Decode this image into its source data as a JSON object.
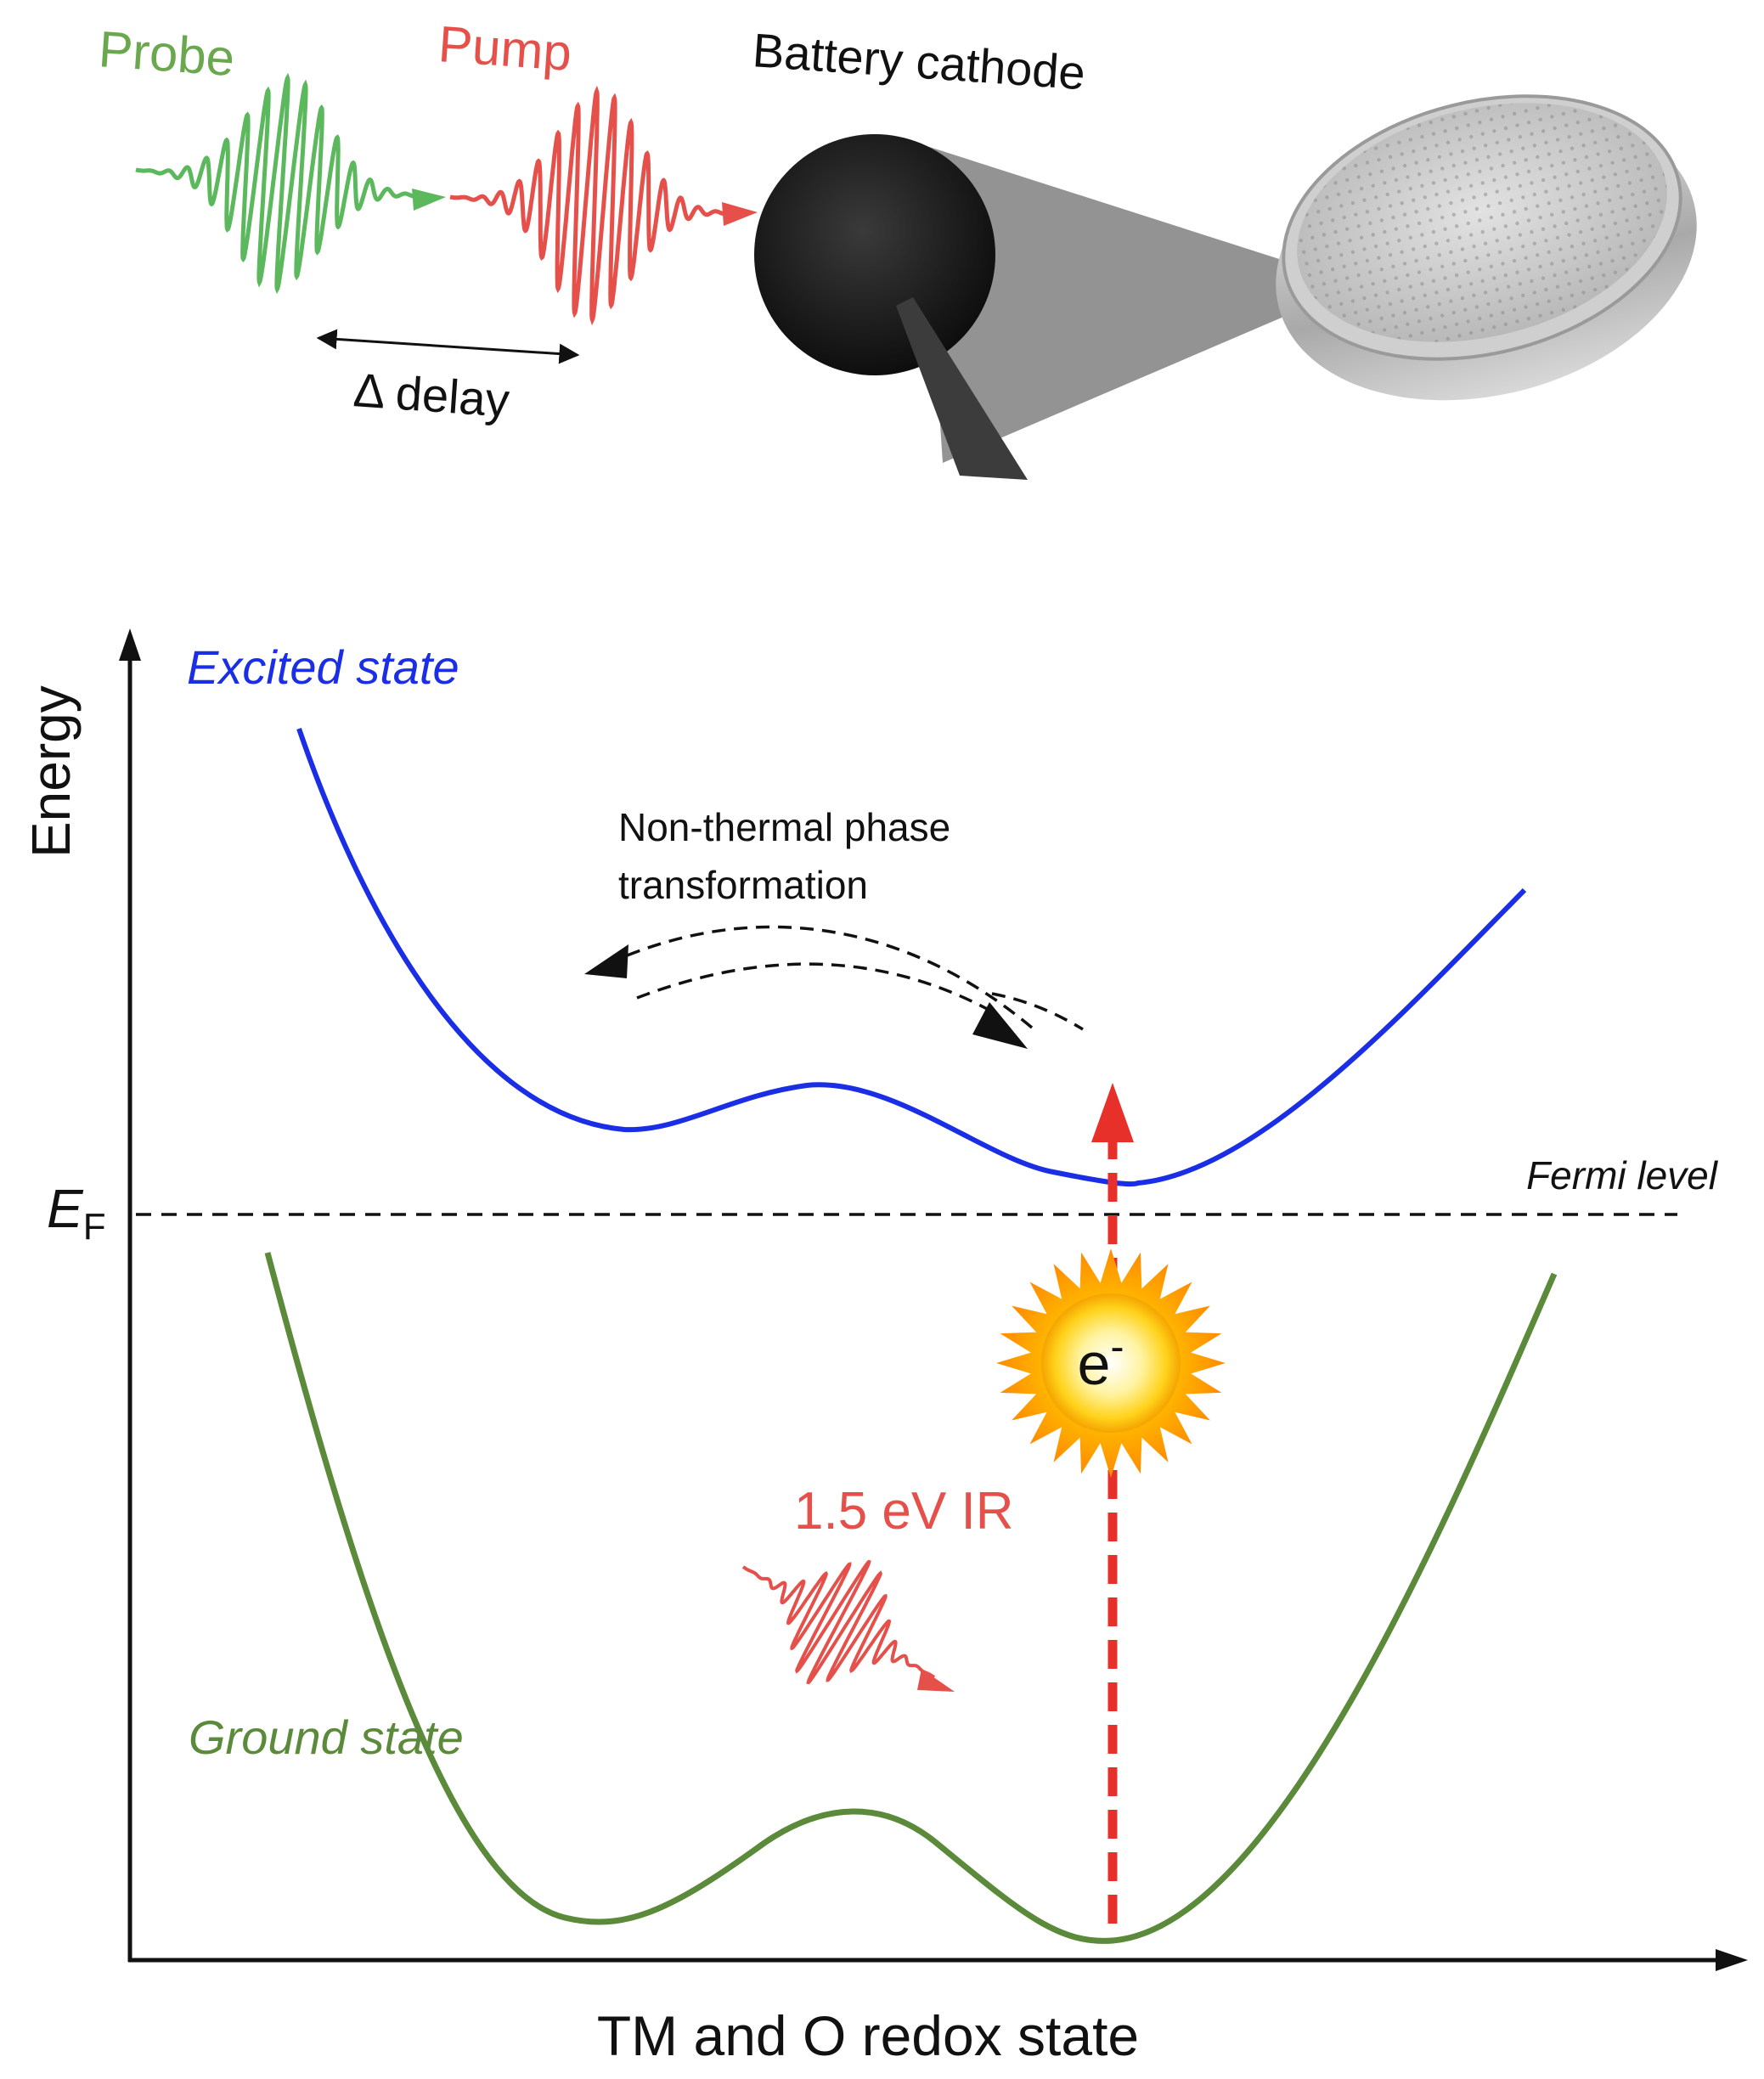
{
  "top": {
    "probe_label": "Probe",
    "pump_label": "Pump",
    "cathode_label": "Battery cathode",
    "delay_label": "Δ delay"
  },
  "energy_diagram": {
    "y_axis_label": "Energy",
    "x_axis_label": "TM and O redox state",
    "fermi_symbol": "E",
    "fermi_subscript": "F",
    "fermi_level_label": "Fermi level",
    "excited_state_label": "Excited state",
    "ground_state_label": "Ground state",
    "transformation_label_line1": "Non-thermal phase",
    "transformation_label_line2": "transformation",
    "ir_label": "1.5 eV IR",
    "electron_label": "e",
    "electron_superscript": "-"
  },
  "colors": {
    "probe": "#5cb85c",
    "pump": "#e5504a",
    "excited_curve": "#1a2ee6",
    "ground_curve": "#5a8a3a",
    "excitation_arrow": "#e8302a",
    "axis": "#111111"
  }
}
